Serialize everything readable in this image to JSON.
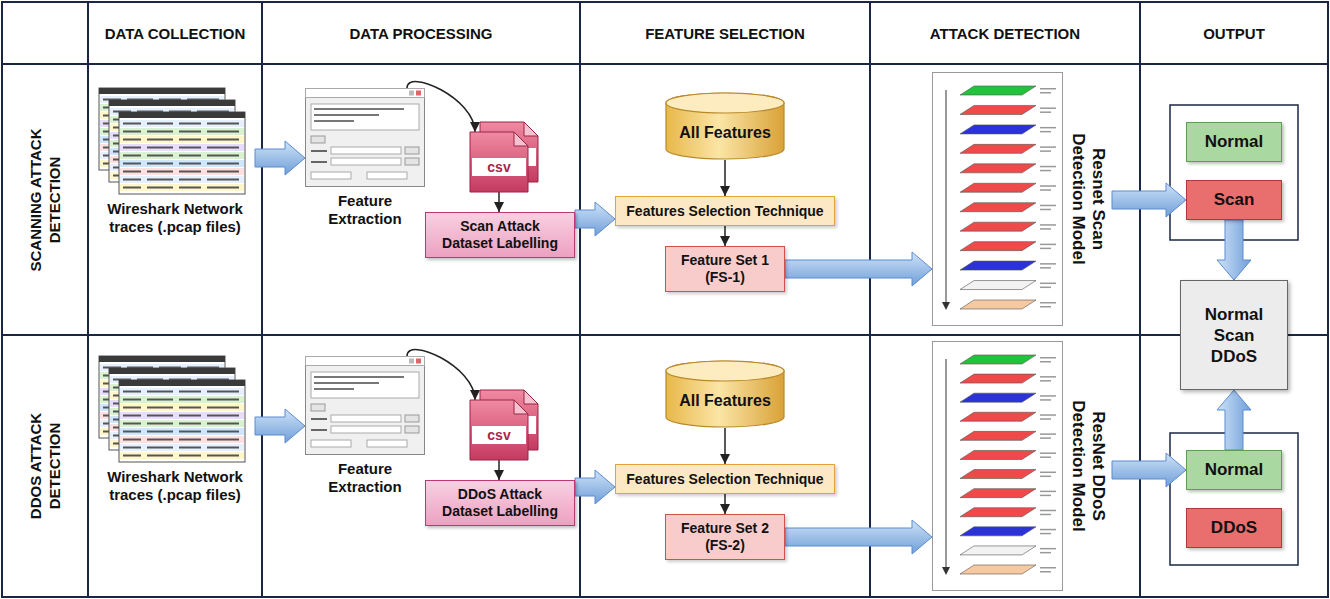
{
  "diagram": {
    "nodes": [
      {
        "text": [
          "Wireshark Network traces (.pcap files)"
        ]
      },
      {
        "text": [
          "Feature Extraction"
        ]
      },
      {
        "text": [
          "csv"
        ]
      },
      {
        "text": [
          "Scan Attack Dataset Labelling"
        ]
      },
      {
        "text": [
          "All Features"
        ]
      },
      {
        "text": [
          "Features Selection Technique"
        ]
      },
      {
        "text": [
          "Feature Set 1 (FS-1)"
        ]
      },
      {
        "text": [
          "Resnet Scan Detection Model"
        ]
      },
      {
        "text": [
          "Normal"
        ]
      },
      {
        "text": [
          "Scan"
        ]
      },
      {
        "text": [
          "Normal Scan DDoS"
        ]
      },
      {
        "text": [
          "Wireshark Network traces (.pcap files)"
        ]
      },
      {
        "text": [
          "Feature Extraction"
        ]
      },
      {
        "text": [
          "csv"
        ]
      },
      {
        "text": [
          "DDoS Attack Dataset Labelling"
        ]
      },
      {
        "text": [
          "All Features"
        ]
      },
      {
        "text": [
          "Features Selection Technique"
        ]
      },
      {
        "text": [
          "Feature Set 2 (FS-2)"
        ]
      },
      {
        "text": [
          "ResNet DDoS Detection Model"
        ]
      },
      {
        "text": [
          "Normal"
        ]
      },
      {
        "text": [
          "DDoS"
        ]
      }
    ],
    "edges": [
      {
        "from": 0,
        "to": 1,
        "arrow": "to"
      },
      {
        "from": 1,
        "to": 2,
        "arrow": "to"
      },
      {
        "from": 2,
        "to": 3,
        "arrow": "to"
      },
      {
        "from": 3,
        "to": 5,
        "arrow": "to"
      },
      {
        "from": 4,
        "to": 5,
        "arrow": "to"
      },
      {
        "from": 5,
        "to": 6,
        "arrow": "to"
      },
      {
        "from": 6,
        "to": 7,
        "arrow": "to"
      },
      {
        "from": 7,
        "to": 9,
        "arrow": "to"
      },
      {
        "from": 9,
        "to": 10,
        "arrow": "to"
      },
      {
        "from": 11,
        "to": 12,
        "arrow": "to"
      },
      {
        "from": 12,
        "to": 13,
        "arrow": "to"
      },
      {
        "from": 13,
        "to": 14,
        "arrow": "to"
      },
      {
        "from": 14,
        "to": 16,
        "arrow": "to"
      },
      {
        "from": 15,
        "to": 16,
        "arrow": "to"
      },
      {
        "from": 16,
        "to": 17,
        "arrow": "to"
      },
      {
        "from": 17,
        "to": 18,
        "arrow": "to"
      },
      {
        "from": 18,
        "to": 19,
        "arrow": "to"
      },
      {
        "from": 19,
        "to": 10,
        "arrow": "to"
      }
    ],
    "labels": [
      "DATA COLLECTION",
      "DATA PROCESSING",
      "FEATURE SELECTION",
      "ATTACK DETECTION",
      "OUTPUT",
      "SCANNING ATTACK DETECTION",
      "DDOS ATTACK DETECTION"
    ]
  }
}
